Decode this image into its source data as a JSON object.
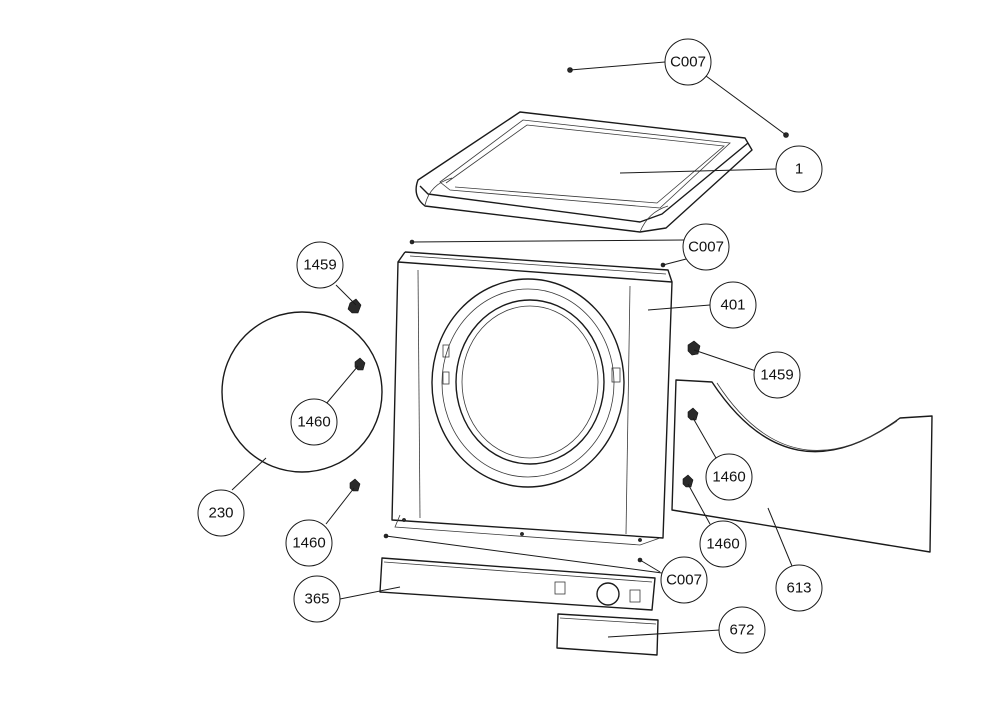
{
  "callouts": [
    {
      "id": "c007-top",
      "label": "C007"
    },
    {
      "id": "1-top-lid",
      "label": "1"
    },
    {
      "id": "c007-mid",
      "label": "C007"
    },
    {
      "id": "1459-left",
      "label": "1459"
    },
    {
      "id": "401-front",
      "label": "401"
    },
    {
      "id": "1459-right",
      "label": "1459"
    },
    {
      "id": "1460-left",
      "label": "1460"
    },
    {
      "id": "230-circle",
      "label": "230"
    },
    {
      "id": "1460-bottom",
      "label": "1460"
    },
    {
      "id": "1460-right1",
      "label": "1460"
    },
    {
      "id": "1460-right2",
      "label": "1460"
    },
    {
      "id": "c007-bottom",
      "label": "C007"
    },
    {
      "id": "613-panel",
      "label": "613"
    },
    {
      "id": "365-panel",
      "label": "365"
    },
    {
      "id": "672-drawer",
      "label": "672"
    }
  ],
  "colors": {
    "line": "#1a1a1a",
    "background": "#ffffff"
  }
}
